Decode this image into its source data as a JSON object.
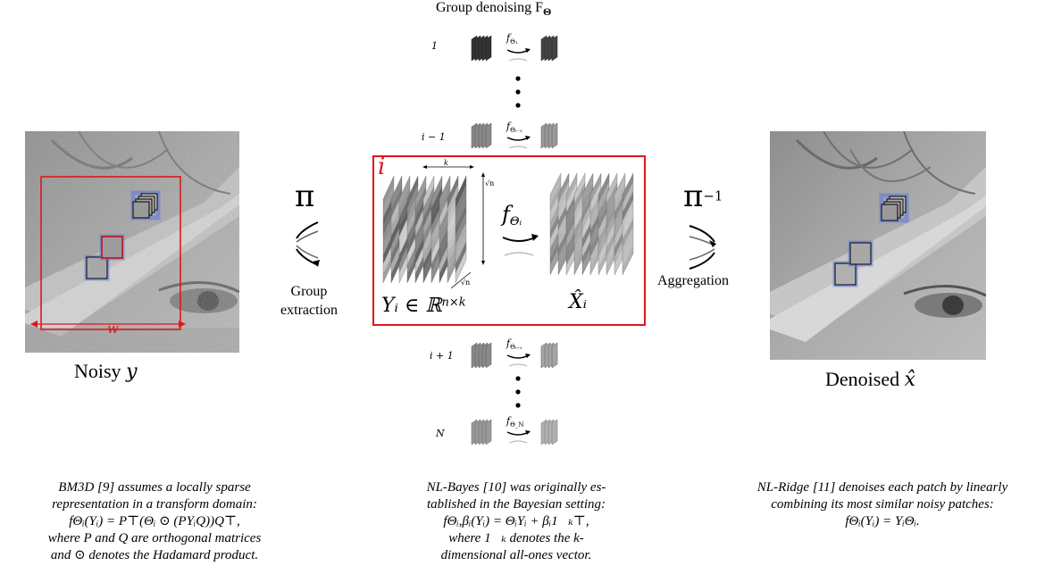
{
  "header": {
    "title": "Group denoising F",
    "title_sub": "Θ"
  },
  "left": {
    "caption": "Noisy ",
    "caption_var": "y",
    "width_label": "w"
  },
  "right": {
    "caption": "Denoised ",
    "caption_var": "x̂"
  },
  "pi_forward": {
    "symbol": "π",
    "label_line1": "Group",
    "label_line2": "extraction"
  },
  "pi_inverse": {
    "symbol": "π",
    "exponent": "−1",
    "label": "Aggregation"
  },
  "groups": {
    "first_index": "1",
    "first_f": "f",
    "first_sub": "Θ₁",
    "prev_index": "i − 1",
    "prev_f": "f",
    "prev_sub": "Θᵢ₋₁",
    "next_index": "i + 1",
    "next_f": "f",
    "next_sub": "Θᵢ₊₁",
    "last_index": "N",
    "last_f": "f",
    "last_sub": "Θ_N"
  },
  "center_box": {
    "index": "i",
    "k_label": "k",
    "sqrt_n_top": "√n",
    "sqrt_n_bottom": "√n",
    "f": "f",
    "f_sub": "Θᵢ",
    "y_label": "Yᵢ ∈ ℝ",
    "y_exp": "n×k",
    "x_label": "X̂ᵢ"
  },
  "captions": {
    "bm3d": [
      "BM3D [9] assumes a locally sparse",
      "representation in a transform domain:",
      "fΘᵢ(Yᵢ) = P⊤(Θᵢ ⊙ (PYᵢQ))Q⊤,",
      "where P and Q are orthogonal matrices",
      "and ⊙ denotes the Hadamard product."
    ],
    "nlbayes": [
      "NL-Bayes [10] was originally es-",
      "tablished in the Bayesian setting:",
      "fΘᵢ,βᵢ(Yᵢ) = ΘᵢYᵢ + βᵢ1⃗ₖ⊤,",
      "where 1⃗ₖ denotes the k-",
      "dimensional all-ones vector."
    ],
    "nlridge": [
      "NL-Ridge [11] denoises each patch by linearly",
      "combining its most similar noisy patches:",
      "fΘᵢ(Yᵢ) = YᵢΘᵢ."
    ]
  },
  "colors": {
    "red": "#e0161b",
    "blue": "#3a57c8",
    "gray": "#9a9a9a"
  }
}
